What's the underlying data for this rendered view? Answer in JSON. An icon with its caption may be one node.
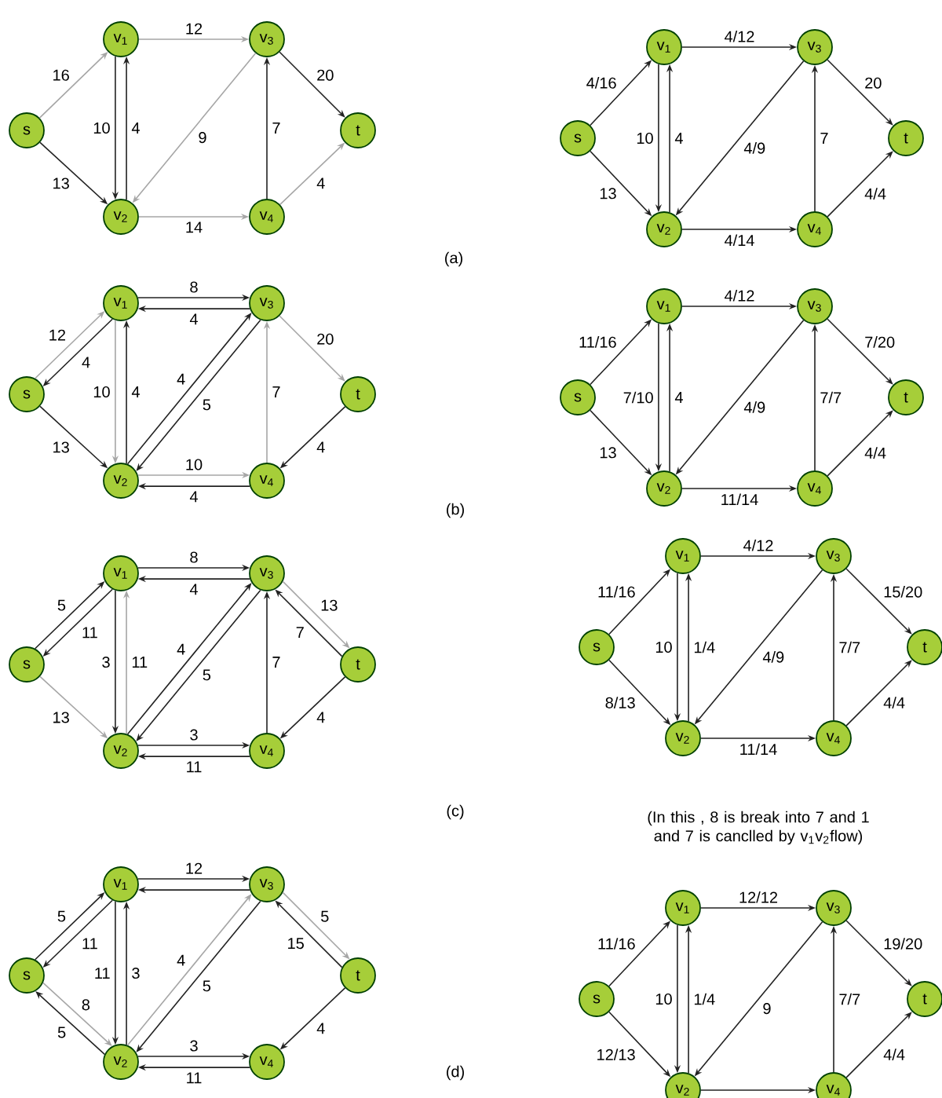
{
  "diagram": {
    "nodes": [
      {
        "text": [
          "s"
        ]
      },
      {
        "text": [
          "v$_{1}$"
        ]
      },
      {
        "text": [
          "v$_{2}$"
        ]
      },
      {
        "text": [
          "v$_{3}$"
        ]
      },
      {
        "text": [
          "v$_{4}$"
        ]
      },
      {
        "text": [
          "t"
        ]
      },
      {
        "text": [
          "s"
        ]
      },
      {
        "text": [
          "v$_{1}$"
        ]
      },
      {
        "text": [
          "v$_{2}$"
        ]
      },
      {
        "text": [
          "v$_{3}$"
        ]
      },
      {
        "text": [
          "v$_{4}$"
        ]
      },
      {
        "text": [
          "t"
        ]
      },
      {
        "text": [
          "s"
        ]
      },
      {
        "text": [
          "v$_{1}$"
        ]
      },
      {
        "text": [
          "v$_{2}$"
        ]
      },
      {
        "text": [
          "v$_{3}$"
        ]
      },
      {
        "text": [
          "v$_{4}$"
        ]
      },
      {
        "text": [
          "t"
        ]
      },
      {
        "text": [
          "s"
        ]
      },
      {
        "text": [
          "v$_{1}$"
        ]
      },
      {
        "text": [
          "v$_{2}$"
        ]
      },
      {
        "text": [
          "v$_{3}$"
        ]
      },
      {
        "text": [
          "v$_{4}$"
        ]
      },
      {
        "text": [
          "t"
        ]
      },
      {
        "text": [
          "s"
        ]
      },
      {
        "text": [
          "v$_{1}$"
        ]
      },
      {
        "text": [
          "v$_{2}$"
        ]
      },
      {
        "text": [
          "v$_{3}$"
        ]
      },
      {
        "text": [
          "v$_{4}$"
        ]
      },
      {
        "text": [
          "t"
        ]
      },
      {
        "text": [
          "s"
        ]
      },
      {
        "text": [
          "v$_{1}$"
        ]
      },
      {
        "text": [
          "v$_{2}$"
        ]
      },
      {
        "text": [
          "v$_{3}$"
        ]
      },
      {
        "text": [
          "v$_{4}$"
        ]
      },
      {
        "text": [
          "t"
        ]
      },
      {
        "text": [
          "s"
        ]
      },
      {
        "text": [
          "v$_{1}$"
        ]
      },
      {
        "text": [
          "v$_{2}$"
        ]
      },
      {
        "text": [
          "v$_{3}$"
        ]
      },
      {
        "text": [
          "v$_{4}$"
        ]
      },
      {
        "text": [
          "t"
        ]
      },
      {
        "text": [
          "s"
        ]
      },
      {
        "text": [
          "v$_{1}$"
        ]
      },
      {
        "text": [
          "v$_{2}$"
        ]
      },
      {
        "text": [
          "v$_{3}$"
        ]
      },
      {
        "text": [
          "v$_{4}$"
        ]
      },
      {
        "text": [
          "t"
        ]
      }
    ],
    "edges": [
      {
        "from": 0,
        "to": 1,
        "arrow": "to",
        "label": "16",
        "color": "#a6a6a6"
      },
      {
        "from": 0,
        "to": 2,
        "arrow": "to",
        "label": "13"
      },
      {
        "from": 1,
        "to": 2,
        "arrow": "to",
        "label": "10"
      },
      {
        "from": 2,
        "to": 1,
        "arrow": "to",
        "label": "4"
      },
      {
        "from": 1,
        "to": 3,
        "arrow": "to",
        "label": "12",
        "color": "#a6a6a6"
      },
      {
        "from": 3,
        "to": 2,
        "arrow": "to",
        "label": "9",
        "color": "#a6a6a6"
      },
      {
        "from": 4,
        "to": 3,
        "arrow": "to",
        "label": "7"
      },
      {
        "from": 2,
        "to": 4,
        "arrow": "to",
        "label": "14",
        "color": "#a6a6a6"
      },
      {
        "from": 3,
        "to": 5,
        "arrow": "to",
        "label": "20"
      },
      {
        "from": 4,
        "to": 5,
        "arrow": "to",
        "label": "4",
        "color": "#a6a6a6"
      },
      {
        "from": 6,
        "to": 7,
        "arrow": "to",
        "label": "4/16"
      },
      {
        "from": 6,
        "to": 8,
        "arrow": "to",
        "label": "13"
      },
      {
        "from": 7,
        "to": 8,
        "arrow": "to",
        "label": "10"
      },
      {
        "from": 8,
        "to": 7,
        "arrow": "to",
        "label": "4"
      },
      {
        "from": 7,
        "to": 9,
        "arrow": "to",
        "label": "4/12"
      },
      {
        "from": 9,
        "to": 8,
        "arrow": "to",
        "label": "4/9"
      },
      {
        "from": 10,
        "to": 9,
        "arrow": "to",
        "label": "7"
      },
      {
        "from": 8,
        "to": 10,
        "arrow": "to",
        "label": "4/14"
      },
      {
        "from": 9,
        "to": 11,
        "arrow": "to",
        "label": "20"
      },
      {
        "from": 10,
        "to": 11,
        "arrow": "to",
        "label": "4/4"
      },
      {
        "from": 12,
        "to": 13,
        "arrow": "to",
        "label": "12",
        "color": "#a6a6a6"
      },
      {
        "from": 13,
        "to": 12,
        "arrow": "to",
        "label": "4"
      },
      {
        "from": 12,
        "to": 14,
        "arrow": "to",
        "label": "13"
      },
      {
        "from": 13,
        "to": 14,
        "arrow": "to",
        "label": "10",
        "color": "#a6a6a6"
      },
      {
        "from": 14,
        "to": 13,
        "arrow": "to",
        "label": "4"
      },
      {
        "from": 13,
        "to": 15,
        "arrow": "to",
        "label": "8"
      },
      {
        "from": 15,
        "to": 13,
        "arrow": "to",
        "label": "4"
      },
      {
        "from": 14,
        "to": 15,
        "arrow": "to",
        "label": "4"
      },
      {
        "from": 15,
        "to": 14,
        "arrow": "to",
        "label": "5"
      },
      {
        "from": 14,
        "to": 16,
        "arrow": "to",
        "label": "10",
        "color": "#a6a6a6"
      },
      {
        "from": 16,
        "to": 14,
        "arrow": "to",
        "label": "4"
      },
      {
        "from": 16,
        "to": 15,
        "arrow": "to",
        "label": "7",
        "color": "#a6a6a6"
      },
      {
        "from": 15,
        "to": 17,
        "arrow": "to",
        "label": "20",
        "color": "#a6a6a6"
      },
      {
        "from": 17,
        "to": 16,
        "arrow": "to",
        "label": "4"
      },
      {
        "from": 18,
        "to": 19,
        "arrow": "to",
        "label": "11/16"
      },
      {
        "from": 18,
        "to": 20,
        "arrow": "to",
        "label": "13"
      },
      {
        "from": 19,
        "to": 20,
        "arrow": "to",
        "label": "7/10"
      },
      {
        "from": 20,
        "to": 19,
        "arrow": "to",
        "label": "4"
      },
      {
        "from": 19,
        "to": 21,
        "arrow": "to",
        "label": "4/12"
      },
      {
        "from": 21,
        "to": 20,
        "arrow": "to",
        "label": "4/9"
      },
      {
        "from": 22,
        "to": 21,
        "arrow": "to",
        "label": "7/7"
      },
      {
        "from": 20,
        "to": 22,
        "arrow": "to",
        "label": "11/14"
      },
      {
        "from": 21,
        "to": 23,
        "arrow": "to",
        "label": "7/20"
      },
      {
        "from": 22,
        "to": 23,
        "arrow": "to",
        "label": "4/4"
      },
      {
        "from": 24,
        "to": 25,
        "arrow": "to",
        "label": "5"
      },
      {
        "from": 25,
        "to": 24,
        "arrow": "to",
        "label": "11"
      },
      {
        "from": 24,
        "to": 26,
        "arrow": "to",
        "label": "13",
        "color": "#a6a6a6"
      },
      {
        "from": 25,
        "to": 26,
        "arrow": "to",
        "label": "3"
      },
      {
        "from": 26,
        "to": 25,
        "arrow": "to",
        "label": "11",
        "color": "#a6a6a6"
      },
      {
        "from": 25,
        "to": 27,
        "arrow": "to",
        "label": "8"
      },
      {
        "from": 27,
        "to": 25,
        "arrow": "to",
        "label": "4"
      },
      {
        "from": 26,
        "to": 27,
        "arrow": "to",
        "label": "4"
      },
      {
        "from": 27,
        "to": 26,
        "arrow": "to",
        "label": "5"
      },
      {
        "from": 26,
        "to": 28,
        "arrow": "to",
        "label": "3"
      },
      {
        "from": 28,
        "to": 26,
        "arrow": "to",
        "label": "11"
      },
      {
        "from": 28,
        "to": 27,
        "arrow": "to",
        "label": "7"
      },
      {
        "from": 27,
        "to": 29,
        "arrow": "to",
        "label": "13",
        "color": "#a6a6a6"
      },
      {
        "from": 29,
        "to": 27,
        "arrow": "to",
        "label": "7"
      },
      {
        "from": 29,
        "to": 28,
        "arrow": "to",
        "label": "4"
      },
      {
        "from": 30,
        "to": 31,
        "arrow": "to",
        "label": "11/16"
      },
      {
        "from": 30,
        "to": 32,
        "arrow": "to",
        "label": "8/13"
      },
      {
        "from": 31,
        "to": 32,
        "arrow": "to",
        "label": "10"
      },
      {
        "from": 32,
        "to": 31,
        "arrow": "to",
        "label": "1/4"
      },
      {
        "from": 31,
        "to": 33,
        "arrow": "to",
        "label": "4/12"
      },
      {
        "from": 33,
        "to": 32,
        "arrow": "to",
        "label": "4/9"
      },
      {
        "from": 34,
        "to": 33,
        "arrow": "to",
        "label": "7/7"
      },
      {
        "from": 32,
        "to": 34,
        "arrow": "to",
        "label": "11/14"
      },
      {
        "from": 33,
        "to": 35,
        "arrow": "to",
        "label": "15/20"
      },
      {
        "from": 34,
        "to": 35,
        "arrow": "to",
        "label": "4/4"
      },
      {
        "from": 36,
        "to": 37,
        "arrow": "to",
        "label": "5"
      },
      {
        "from": 37,
        "to": 36,
        "arrow": "to",
        "label": "11"
      },
      {
        "from": 37,
        "to": 38,
        "arrow": "to",
        "label": "11"
      },
      {
        "from": 38,
        "to": 37,
        "arrow": "to",
        "label": "3"
      },
      {
        "from": 37,
        "to": 39,
        "arrow": "to",
        "label": "12"
      },
      {
        "from": 39,
        "to": 37,
        "arrow": "to"
      },
      {
        "from": 38,
        "to": 39,
        "arrow": "to",
        "label": "4",
        "color": "#a6a6a6"
      },
      {
        "from": 39,
        "to": 38,
        "arrow": "to",
        "label": "5"
      },
      {
        "from": 36,
        "to": 38,
        "arrow": "to",
        "label": "8",
        "color": "#a6a6a6"
      },
      {
        "from": 38,
        "to": 36,
        "arrow": "to",
        "label": "5"
      },
      {
        "from": 38,
        "to": 40,
        "arrow": "to",
        "label": "3"
      },
      {
        "from": 40,
        "to": 38,
        "arrow": "to",
        "label": "11"
      },
      {
        "from": 39,
        "to": 41,
        "arrow": "to",
        "label": "5",
        "color": "#a6a6a6"
      },
      {
        "from": 41,
        "to": 39,
        "arrow": "to",
        "label": "15"
      },
      {
        "from": 41,
        "to": 40,
        "arrow": "to",
        "label": "4"
      },
      {
        "from": 42,
        "to": 43,
        "arrow": "to",
        "label": "11/16"
      },
      {
        "from": 42,
        "to": 44,
        "arrow": "to",
        "label": "12/13"
      },
      {
        "from": 43,
        "to": 44,
        "arrow": "to",
        "label": "10"
      },
      {
        "from": 44,
        "to": 43,
        "arrow": "to",
        "label": "1/4"
      },
      {
        "from": 43,
        "to": 45,
        "arrow": "to",
        "label": "12/12"
      },
      {
        "from": 45,
        "to": 44,
        "arrow": "to",
        "label": "9"
      },
      {
        "from": 46,
        "to": 45,
        "arrow": "to",
        "label": "7/7"
      },
      {
        "from": 44,
        "to": 46,
        "arrow": "to"
      },
      {
        "from": 45,
        "to": 47,
        "arrow": "to",
        "label": "19/20"
      },
      {
        "from": 46,
        "to": 47,
        "arrow": "to",
        "label": "4/4"
      }
    ],
    "labels": [
      "(a)",
      "(b)",
      "(c)",
      "(In this , 8 is break into 7 and 1 and 7 is canclled by v$_{1}$v$_{2}$flow)",
      "(d)"
    ]
  }
}
